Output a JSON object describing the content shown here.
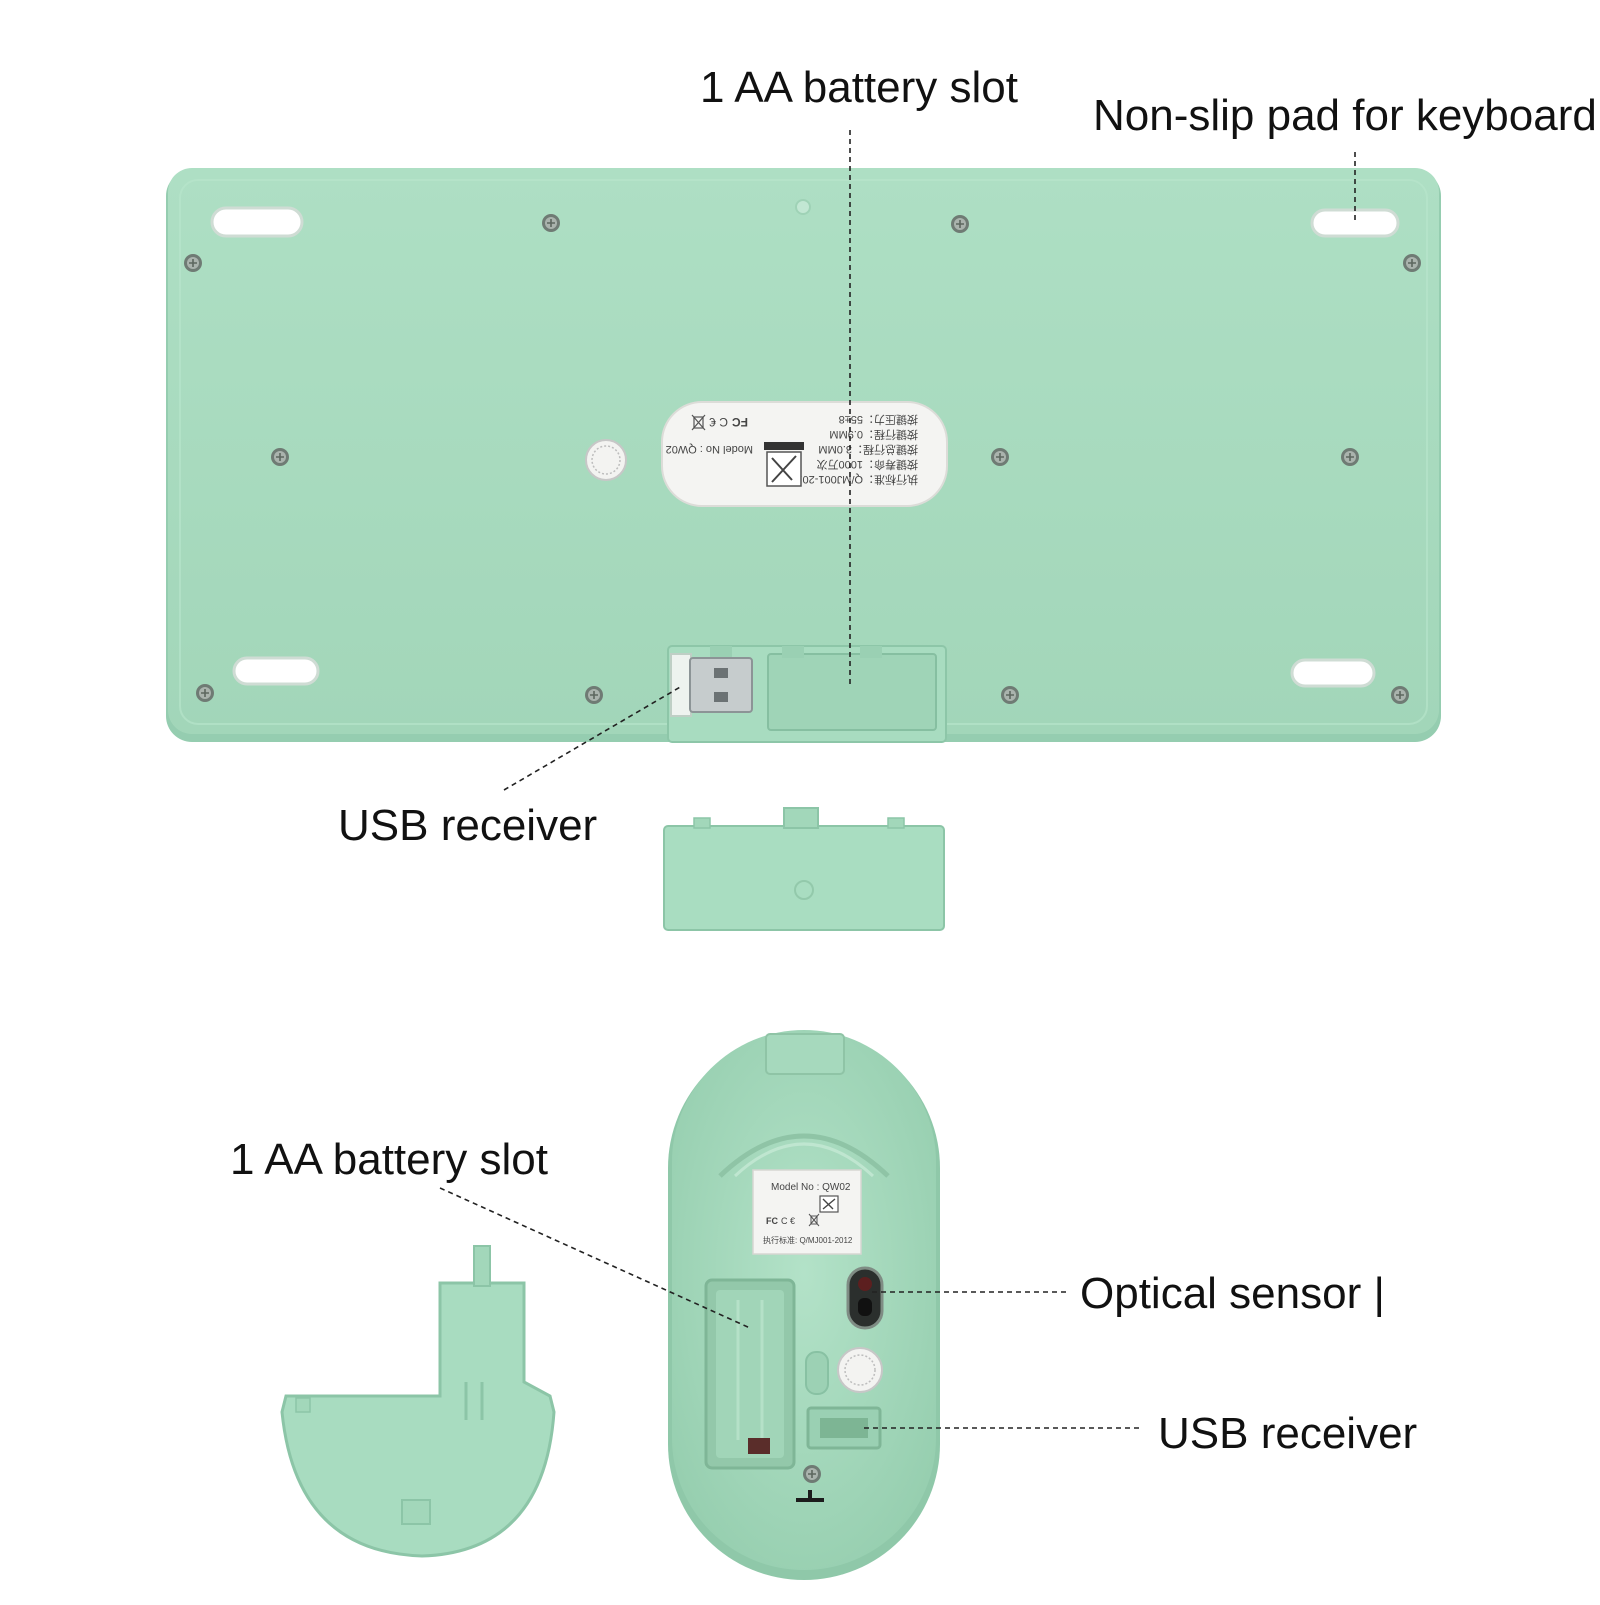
{
  "callouts": {
    "keyboard_battery_slot": "1 AA battery slot",
    "keyboard_non_slip_pad": "Non-slip pad for keyboard",
    "keyboard_usb_receiver": "USB receiver",
    "mouse_battery_slot": "1 AA battery slot",
    "mouse_optical_sensor": "Optical sensor |",
    "mouse_usb_receiver": "USB receiver"
  },
  "labels": {
    "keyboard_model": "Model No : QW02",
    "keyboard_standard": "执行标准：Q/MJ001-2012",
    "mouse_model": "Model No : QW02",
    "mouse_standard": "执行标准: Q/MJ001-2012"
  },
  "colors": {
    "device_green": "#a8dcc0",
    "device_green_dark": "#8fc9aa",
    "label_sticker": "#f4f4f2"
  },
  "icons": {
    "screw": "screw-icon",
    "fcc_mark": "fcc-icon",
    "ce_mark": "ce-icon",
    "recycle_bin_mark": "crossed-bin-icon",
    "pass_sticker": "qc-pass-sticker"
  }
}
